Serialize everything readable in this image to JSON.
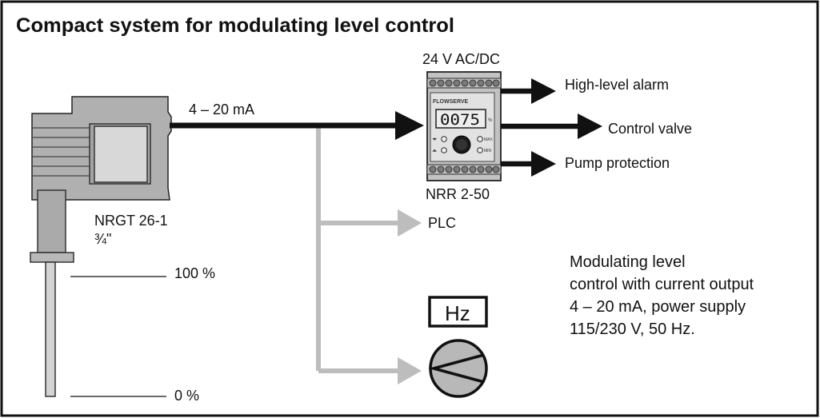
{
  "title": "Compact system for modulating level control",
  "supply": {
    "label": "24 V AC/DC"
  },
  "signal": {
    "label": "4 – 20 mA"
  },
  "sensor": {
    "model": "NRGT 26-1",
    "size": "¾\""
  },
  "scale": {
    "top": "100 %",
    "bottom": "0 %"
  },
  "controller": {
    "model": "NRR 2-50",
    "brand": "FLOWSERVE",
    "display": "0075",
    "unit": "%",
    "max_label": "MAX",
    "min_label": "MIN"
  },
  "outputs": [
    {
      "label": "High-level alarm"
    },
    {
      "label": "Control valve"
    },
    {
      "label": "Pump protection"
    }
  ],
  "plc": {
    "label": "PLC"
  },
  "vfd": {
    "label": "Hz"
  },
  "description": {
    "lines": [
      "Modulating level",
      "control with current output",
      "4 – 20 mA, power supply",
      "115/230 V, 50 Hz."
    ]
  },
  "colors": {
    "black": "#111111",
    "device_gray": "#a8a8a8",
    "device_light": "#d2d2d2",
    "branch_gray": "#bdbdbd"
  }
}
